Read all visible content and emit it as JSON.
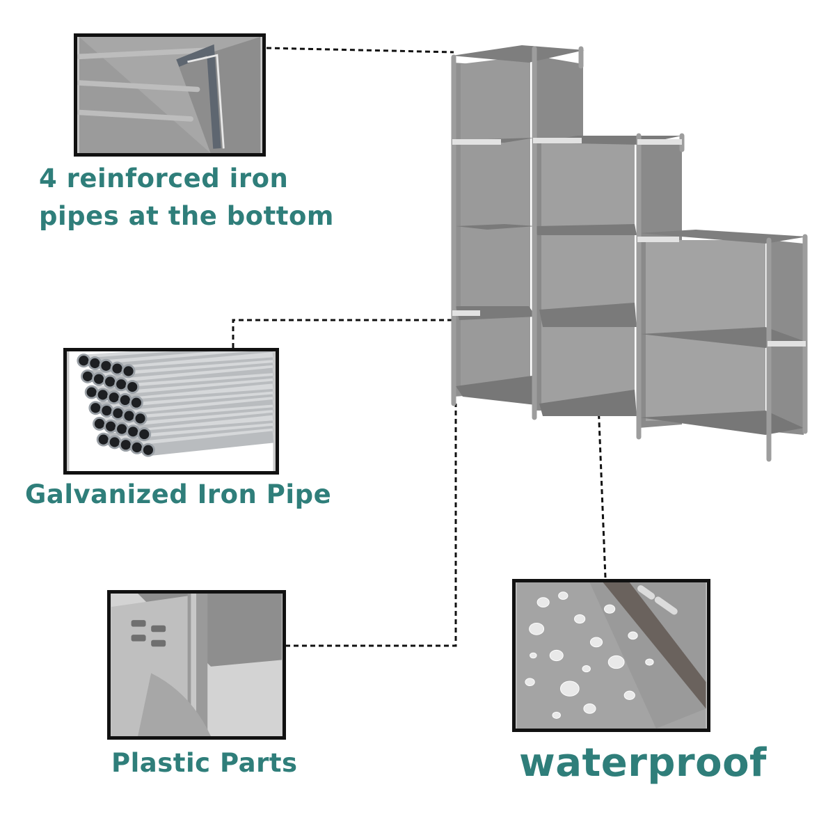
{
  "colors": {
    "caption": "#2f7e7a",
    "frame": "#111111",
    "fabric": "#8f8f8f",
    "fabric_dark": "#7a7a7a",
    "pipe": "#a9a9a9",
    "connector": "#e2e2e2",
    "leader_line": "#111111"
  },
  "product": {
    "name": "9-cube stepped storage shelf",
    "color": "grey"
  },
  "callouts": [
    {
      "id": "iron-pipes",
      "caption_lines": [
        "4 reinforced iron",
        "pipes at the bottom"
      ],
      "inset_subject": "fabric-panel-with-pipes-icon"
    },
    {
      "id": "galvanized",
      "caption_lines": [
        "Galvanized Iron Pipe"
      ],
      "inset_subject": "pipe-bundle-icon"
    },
    {
      "id": "plastic",
      "caption_lines": [
        "Plastic Parts"
      ],
      "inset_subject": "plastic-foot-icon"
    },
    {
      "id": "waterproof",
      "caption_lines": [
        "waterproof"
      ],
      "inset_subject": "water-droplets-icon"
    }
  ]
}
